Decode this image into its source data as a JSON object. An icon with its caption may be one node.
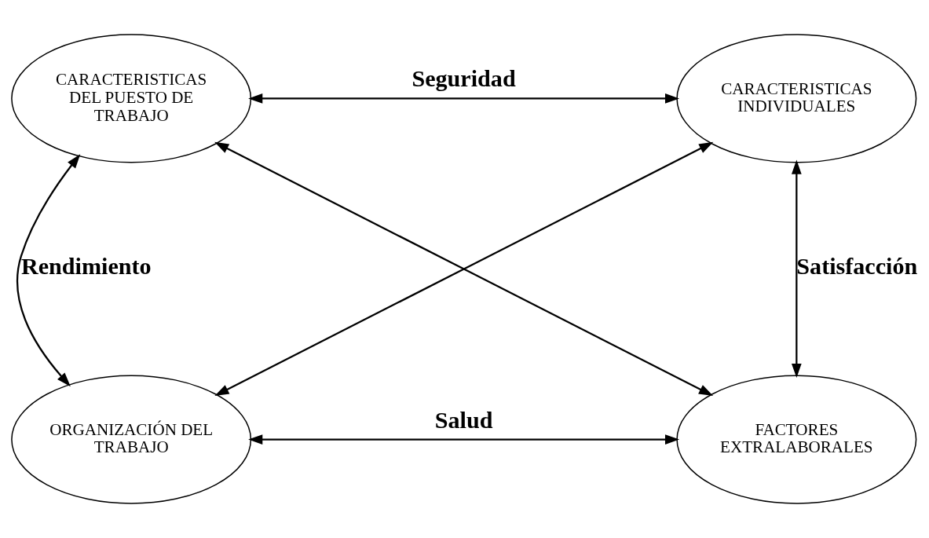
{
  "diagram": {
    "nodes": [
      {
        "text": [
          "CARACTERISTICAS DEL PUESTO DE TRABAJO"
        ]
      },
      {
        "text": [
          "CARACTERISTICAS INDIVIDUALES"
        ]
      },
      {
        "text": [
          "ORGANIZACIÓN DEL TRABAJO"
        ]
      },
      {
        "text": [
          "FACTORES EXTRALABORALES"
        ]
      }
    ],
    "edges": [
      {
        "from": 0,
        "to": 1,
        "arrow": "both",
        "label": "Seguridad"
      },
      {
        "from": 0,
        "to": 2,
        "arrow": "both",
        "label": "Rendimiento"
      },
      {
        "from": 1,
        "to": 3,
        "arrow": "both",
        "label": "Satisfacción"
      },
      {
        "from": 0,
        "to": 3,
        "arrow": "both"
      },
      {
        "from": 1,
        "to": 2,
        "arrow": "both"
      },
      {
        "from": 2,
        "to": 3,
        "arrow": "both",
        "label": "Salud"
      }
    ]
  }
}
